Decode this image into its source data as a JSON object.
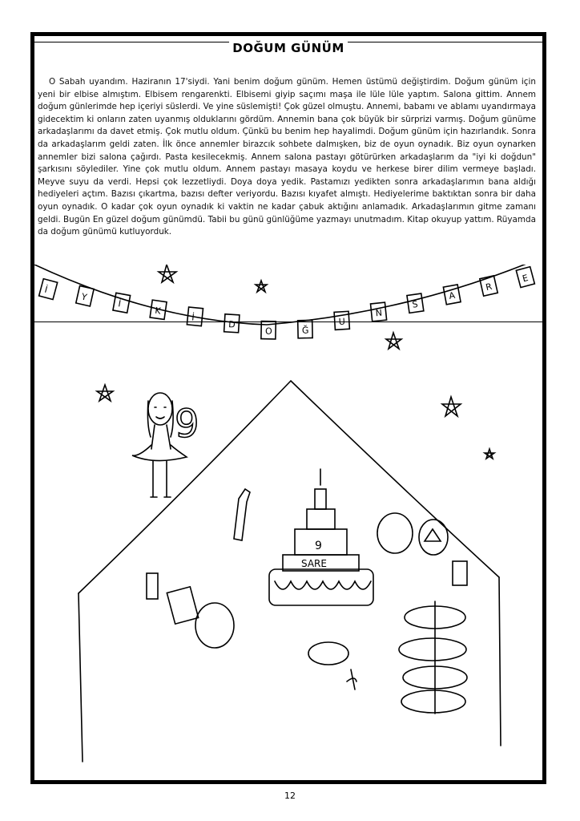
{
  "page": {
    "title": "DOĞUM GÜNÜM",
    "story": "O Sabah uyandım. Haziranın 17'siydi. Yani benim doğum günüm. Hemen üstümü değiştirdim. Doğum günüm için yeni bir elbise almıştım. Elbisem rengarenkti. Elbisemi giyip saçımı maşa ile lüle lüle yaptım. Salona gittim. Annem doğum günlerimde hep içeriyi süslerdi. Ve yine süslemişti! Çok güzel olmuştu. Annemi, babamı ve ablamı uyandırmaya gidecektim ki onların zaten uyanmış olduklarını gördüm. Annemin bana çok büyük bir sürprizi varmış. Doğum günüme arkadaşlarımı da davet etmiş. Çok mutlu oldum. Çünkü bu benim hep hayalimdi. Doğum günüm için hazırlandık. Sonra da arkadaşlarım geldi zaten. İlk önce annemler birazcık sohbete dalmışken, biz de oyun oynadık. Biz oyun oynarken annemler bizi salona çağırdı. Pasta kesilecekmiş. Annem salona pastayı götürürken arkadaşlarım da \"iyi ki doğdun\" şarkısını söylediler. Yine çok mutlu oldum. Annem pastayı masaya koydu ve herkese birer dilim vermeye başladı. Meyve suyu da verdi. Hepsi çok lezzetliydi. Doya doya yedik. Pastamızı yedikten sonra arkadaşlarımın bana aldığı hediyeleri açtım. Bazısı çıkartma, bazısı defter veriyordu. Bazısı kıyafet almıştı. Hediyelerime baktıktan sonra bir daha oyun oynadık. O kadar çok oyun oynadık ki vaktin ne kadar çabuk aktığını anlamadık. Arkadaşlarımın gitme zamanı geldi. Bugün En güzel doğum günümdü. Tabii bu günü günlüğüme yazmayı unutmadım. Kitap okuyup yattım. Rüyamda da doğum günümü kutluyorduk.",
    "page_number": "12"
  },
  "drawing": {
    "banner_letters": [
      "İ",
      "Y",
      "İ",
      "K",
      "İ",
      "D",
      "O",
      "Ğ",
      "U",
      "N",
      "S",
      "A",
      "R",
      "E"
    ],
    "age_number": "9",
    "cake_age": "9",
    "cake_name": "SARE"
  }
}
